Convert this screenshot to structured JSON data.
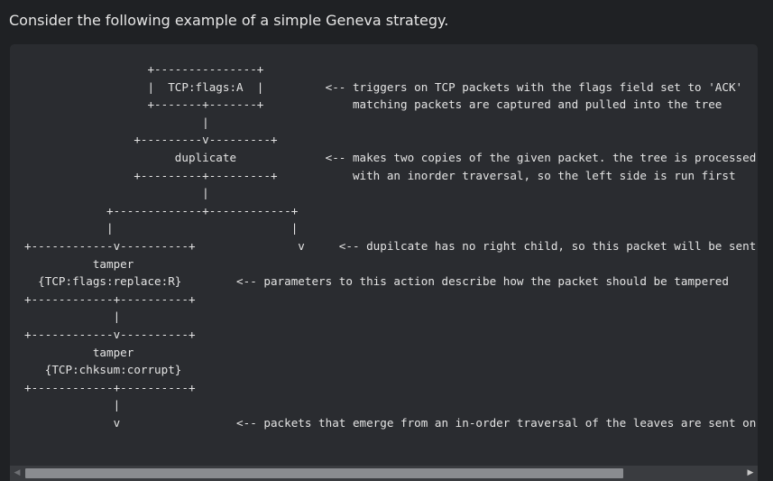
{
  "intro_text": "Consider the following example of a simple Geneva strategy.",
  "code_lines": [
    "                  +---------------+",
    "                  |  TCP:flags:A  |         <-- triggers on TCP packets with the flags field set to 'ACK'",
    "                  +-------+-------+             matching packets are captured and pulled into the tree",
    "                          |",
    "                +---------v---------+",
    "                      duplicate             <-- makes two copies of the given packet. the tree is processed",
    "                +---------+---------+           with an inorder traversal, so the left side is run first",
    "                          |",
    "            +-------------+------------+",
    "            |                          |",
    "+------------v----------+               v     <-- dupilcate has no right child, so this packet will be sent on",
    "          tamper",
    "  {TCP:flags:replace:R}        <-- parameters to this action describe how the packet should be tampered",
    "+------------+----------+",
    "             |",
    "+------------v----------+",
    "          tamper",
    "   {TCP:chksum:corrupt}",
    "+------------+----------+",
    "             |",
    "             v                 <-- packets that emerge from an in-order traversal of the leaves are sent on the"
  ],
  "scrollbar": {
    "left_arrow": "◀",
    "right_arrow": "▶"
  }
}
